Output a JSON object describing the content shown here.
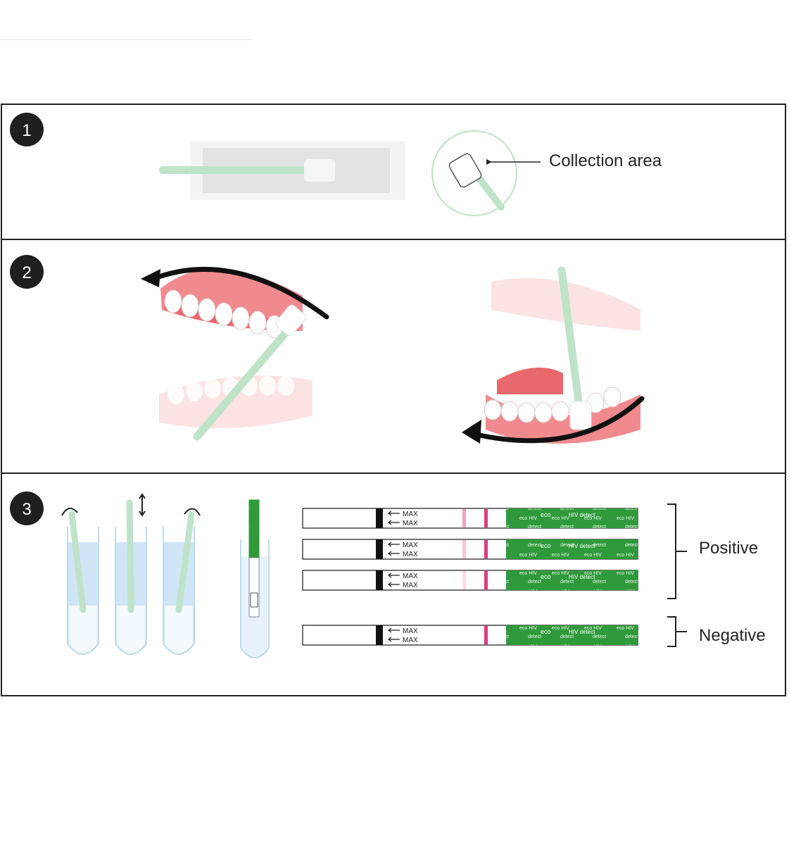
{
  "steps": [
    {
      "number": "1"
    },
    {
      "number": "2"
    },
    {
      "number": "3"
    }
  ],
  "labels": {
    "collection_area": "Collection area",
    "positive": "Positive",
    "negative": "Negative"
  },
  "test_strips": {
    "max_text": "MAX",
    "brand_text": "eco",
    "detect_text": "HIV detect",
    "results": [
      {
        "result": "positive",
        "test_line_intensity": 0.6
      },
      {
        "result": "positive",
        "test_line_intensity": 0.3
      },
      {
        "result": "positive",
        "test_line_intensity": 0.1
      },
      {
        "result": "negative",
        "test_line_intensity": 0.0
      }
    ]
  },
  "colors": {
    "swab": "#bfe3c8",
    "gum": "#e9686d",
    "gum_light": "#f3b3b3",
    "strip_green": "#2f9a3b",
    "control_line": "#dd3b7f",
    "test_line": "#f08ab2",
    "tube_liquid": "#cfe5f6",
    "badge": "#1f1f1f"
  },
  "icons": {
    "rotate": "rotate-arrow-icon",
    "updown": "up-down-arrow-icon",
    "direction": "curved-arrow-icon"
  }
}
